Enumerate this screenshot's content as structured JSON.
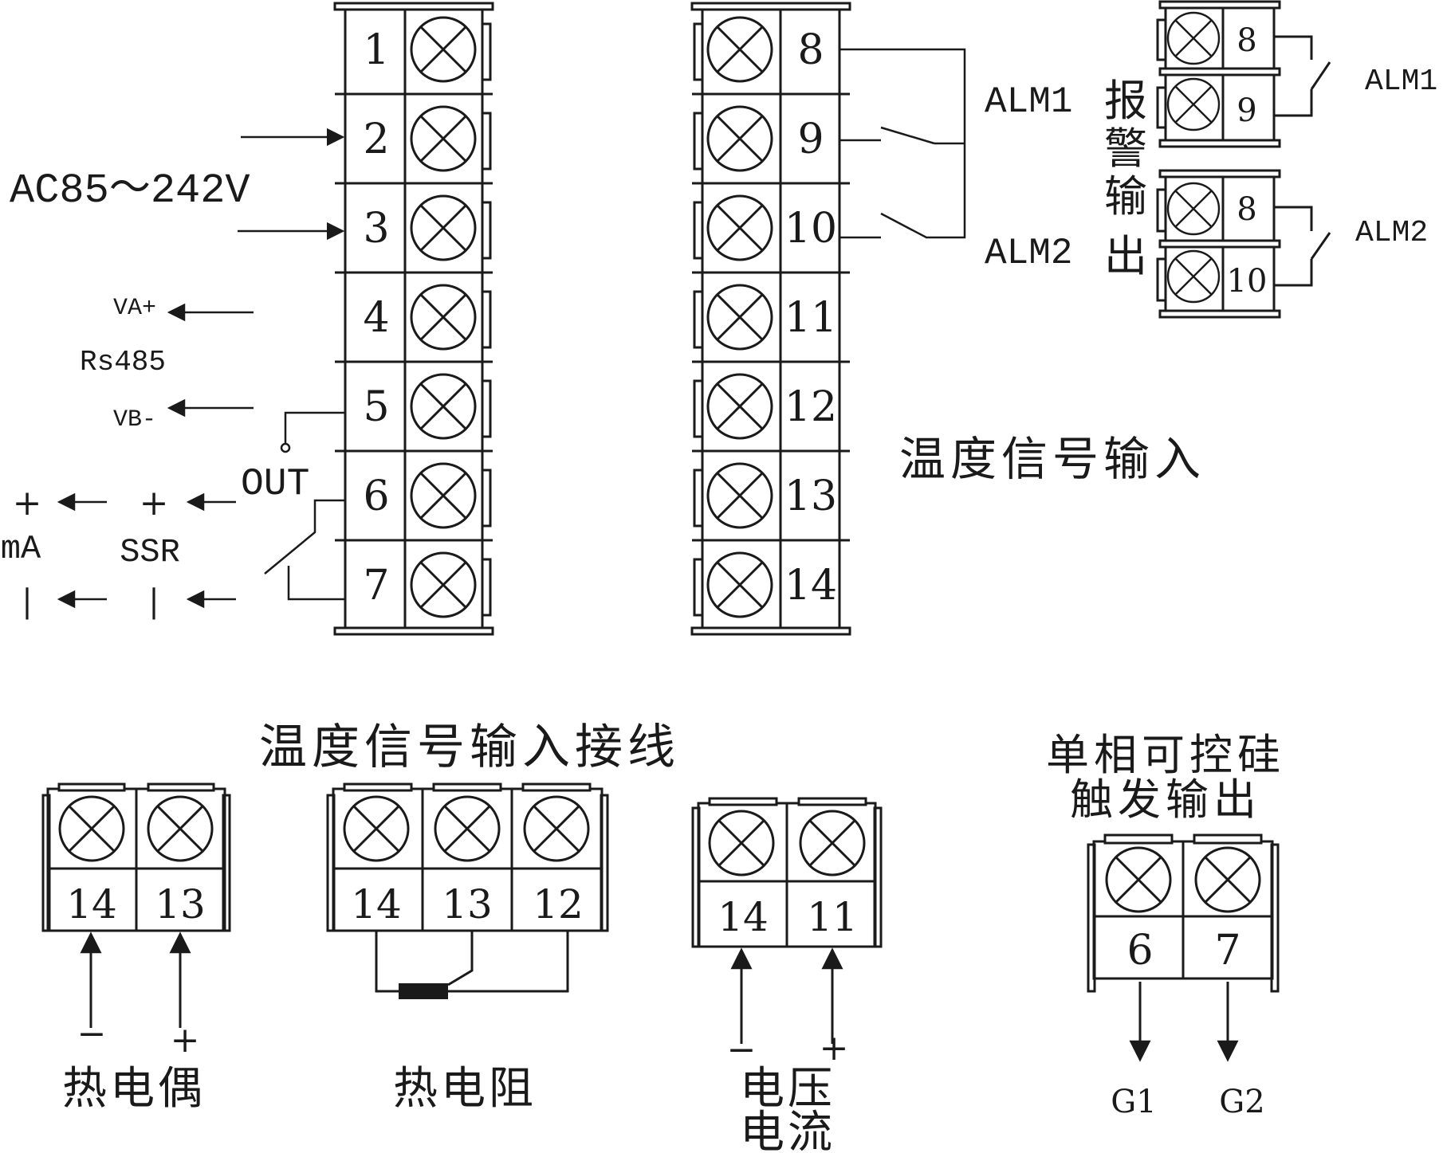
{
  "power_label": "AC85～242V",
  "rs485": {
    "va": "VA+",
    "title": "Rs485",
    "vb": "VB-"
  },
  "output": {
    "out": "OUT",
    "ma": "mA",
    "ssr": "SSR",
    "plus": "+",
    "minus": "|"
  },
  "left_terminals": [
    "1",
    "2",
    "3",
    "4",
    "5",
    "6",
    "7"
  ],
  "right_terminals": [
    "8",
    "9",
    "10",
    "11",
    "12",
    "13",
    "14"
  ],
  "alarm": {
    "alm1": "ALM1",
    "alm2": "ALM2",
    "title_chars": [
      "报",
      "警",
      "输",
      "出"
    ],
    "alm1_terminals": [
      "8",
      "9"
    ],
    "alm2_terminals": [
      "8",
      "10"
    ],
    "alm1_side": "ALM1",
    "alm2_side": "ALM2"
  },
  "temp_input_label": "温度信号输入",
  "wiring_title": "温度信号输入接线",
  "thermocouple": {
    "terminals": [
      "14",
      "13"
    ],
    "minus": "−",
    "plus": "+",
    "label": "热电偶"
  },
  "rtd": {
    "terminals": [
      "14",
      "13",
      "12"
    ],
    "label": "热电阻"
  },
  "voltage_current": {
    "terminals": [
      "14",
      "11"
    ],
    "minus": "−",
    "plus": "+",
    "label_line1": "电压",
    "label_line2": "电流"
  },
  "scr": {
    "title_line1": "单相可控硅",
    "title_line2": "触发输出",
    "terminals": [
      "6",
      "7"
    ],
    "g1": "G1",
    "g2": "G2"
  }
}
